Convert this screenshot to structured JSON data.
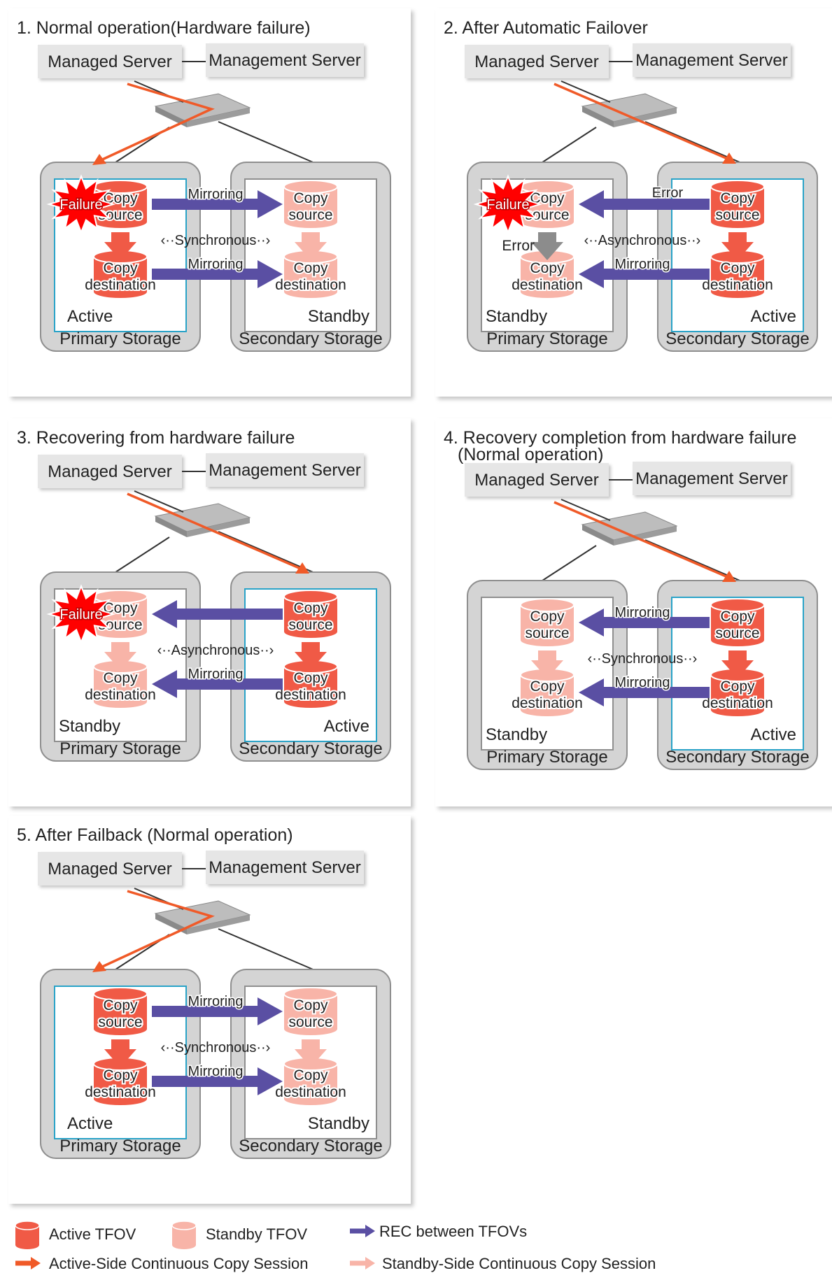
{
  "panels": [
    {
      "title": "1. Normal operation(Hardware failure)",
      "subtitle": "",
      "managed_server": "Managed Server",
      "management_server": "Management Server",
      "primary_label": "Primary  Storage",
      "secondary_label": "Secondary Storage",
      "primary_role": "Active",
      "secondary_role": "Standby",
      "primary_source": "Copy source",
      "primary_dest": "Copy destination",
      "secondary_source": "Copy source",
      "secondary_dest": "Copy destination",
      "mode_label": "Synchronous",
      "mirror_top": "Mirroring",
      "mirror_bottom": "Mirroring",
      "failure": "Failure",
      "error_top": "",
      "error_mid": ""
    },
    {
      "title": "2. After Automatic Failover",
      "subtitle": "",
      "managed_server": "Managed Server",
      "management_server": "Management Server",
      "primary_label": "Primary  Storage",
      "secondary_label": "Secondary Storage",
      "primary_role": "Standby",
      "secondary_role": "Active",
      "primary_source": "Copy source",
      "primary_dest": "Copy destination",
      "secondary_source": "Copy source",
      "secondary_dest": "Copy destination",
      "mode_label": "Asynchronous",
      "mirror_top": "",
      "mirror_bottom": "Mirroring",
      "failure": "Failure",
      "error_top": "Error",
      "error_mid": "Error"
    },
    {
      "title": "3. Recovering from hardware failure",
      "subtitle": "",
      "managed_server": "Managed Server",
      "management_server": "Management Server",
      "primary_label": "Primary  Storage",
      "secondary_label": "Secondary Storage",
      "primary_role": "Standby",
      "secondary_role": "Active",
      "primary_source": "Copy source",
      "primary_dest": "Copy destination",
      "secondary_source": "Copy source",
      "secondary_dest": "Copy destination",
      "mode_label": "Asynchronous",
      "mirror_top": "",
      "mirror_bottom": "Mirroring",
      "failure": "Failure",
      "error_top": "",
      "error_mid": ""
    },
    {
      "title": "4. Recovery completion from hardware failure",
      "subtitle": "(Normal operation)",
      "managed_server": "Managed Server",
      "management_server": "Management Server",
      "primary_label": "Primary  Storage",
      "secondary_label": "Secondary Storage",
      "primary_role": "Standby",
      "secondary_role": "Active",
      "primary_source": "Copy source",
      "primary_dest": "Copy destination",
      "secondary_source": "Copy source",
      "secondary_dest": "Copy destination",
      "mode_label": "Synchronous",
      "mirror_top": "Mirroring",
      "mirror_bottom": "Mirroring",
      "failure": "",
      "error_top": "",
      "error_mid": ""
    },
    {
      "title": "5. After Failback (Normal operation)",
      "subtitle": "",
      "managed_server": "Managed Server",
      "management_server": "Management Server",
      "primary_label": "Primary  Storage",
      "secondary_label": "Secondary Storage",
      "primary_role": "Active",
      "secondary_role": "Standby",
      "primary_source": "Copy source",
      "primary_dest": "Copy destination",
      "secondary_source": "Copy source",
      "secondary_dest": "Copy destination",
      "mode_label": "Synchronous",
      "mirror_top": "Mirroring",
      "mirror_bottom": "Mirroring",
      "failure": "",
      "error_top": "",
      "error_mid": ""
    }
  ],
  "legend": {
    "active_tfov": "Active TFOV",
    "standby_tfov": "Standby TFOV",
    "rec": "REC between TFOVs",
    "active_session": "Active-Side Continuous Copy Session",
    "standby_session": "Standby-Side Continuous Copy Session"
  },
  "colors": {
    "active": "#f05a46",
    "standby": "#f8b4a8",
    "rec_arrow": "#5a4fa3",
    "server_line": "#f05a28",
    "failure": "#ff0000",
    "error_text": "#ff0000",
    "storage_fill": "#d4d4d4",
    "inner_border": "#2aa3c8"
  }
}
